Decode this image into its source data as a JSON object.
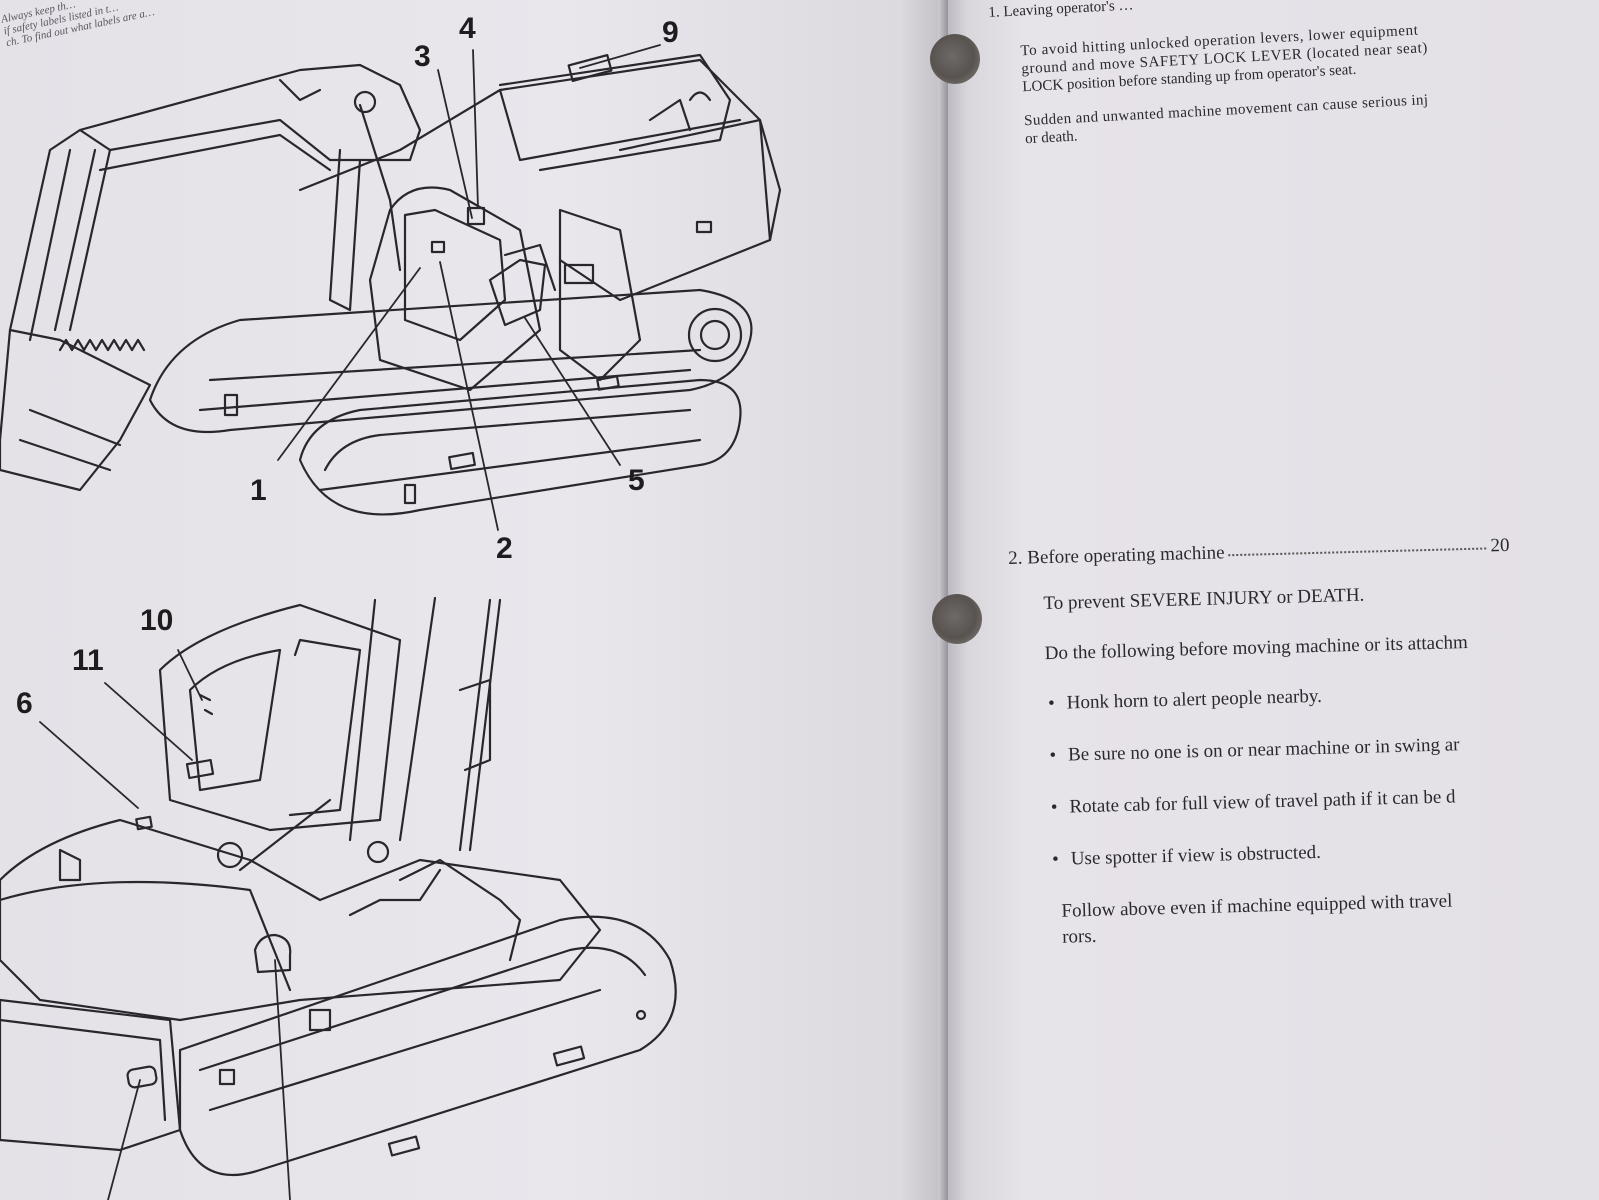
{
  "left_page": {
    "corner_text": [
      "Always keep th…",
      "if safety labels listed in t…",
      "ch. To find out what labels are a…"
    ],
    "callouts": {
      "c1": "1",
      "c2": "2",
      "c3": "3",
      "c4": "4",
      "c5": "5",
      "c6": "6",
      "c9": "9",
      "c10": "10",
      "c11": "11"
    }
  },
  "right_page": {
    "item1": {
      "heading": "1.  Leaving operator's …",
      "line1": "To avoid hitting unlocked operation levers, lower equipment",
      "line2": "ground and move SAFETY LOCK LEVER (located near seat)",
      "line3": "LOCK position before standing up from operator's seat.",
      "line4": "Sudden and unwanted machine movement can cause serious inj",
      "line5": "or death."
    },
    "item2": {
      "heading": "2.  Before operating machine",
      "page_ref": "20",
      "line1": "To prevent SEVERE INJURY or DEATH.",
      "line2": "Do the following before moving machine or its attachm",
      "bullets": [
        "Honk horn to alert people nearby.",
        "Be sure no one is on or near machine or in swing ar",
        "Rotate cab for full view of travel path if it can be d",
        "Use spotter if view is obstructed."
      ],
      "follow1": "Follow above even if machine equipped with travel",
      "follow2": "rors."
    }
  }
}
